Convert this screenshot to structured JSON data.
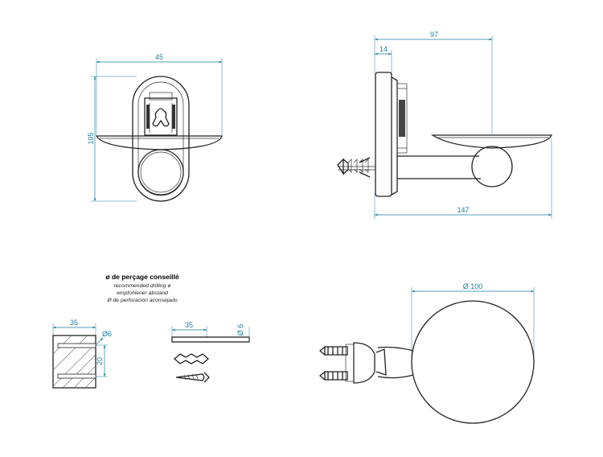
{
  "drawing": {
    "dimensions": {
      "front_width": "45",
      "front_height": "105",
      "side_total_depth": "97",
      "side_plate_depth": "14",
      "side_overall_length": "147",
      "top_diameter": "Ø 100",
      "drill_depth": "35",
      "drill_diameter": "Ø6",
      "drill_spacing": "20",
      "plug_length": "35",
      "plug_diameter": "Ø 6"
    },
    "drilling_note": {
      "title": "ø de perçage conseillé",
      "lines": [
        "recommended drilling ø",
        "empfohlener abstand",
        "Ø de perforación aconsejado"
      ]
    },
    "colors": {
      "dimension": "#1a7fa0",
      "outline": "#222222"
    }
  }
}
